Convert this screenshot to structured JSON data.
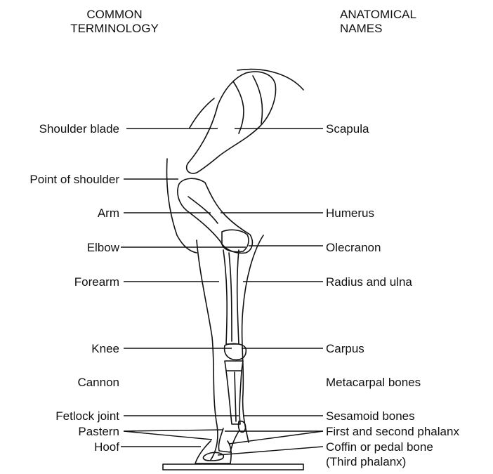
{
  "headers": {
    "common": [
      "COMMON",
      "TERMINOLOGY"
    ],
    "anatomical": [
      "ANATOMICAL",
      "NAMES"
    ]
  },
  "left_labels": {
    "shoulder_blade": "Shoulder blade",
    "point_of_shoulder": "Point of shoulder",
    "arm": "Arm",
    "elbow": "Elbow",
    "forearm": "Forearm",
    "knee": "Knee",
    "cannon": "Cannon",
    "fetlock_joint": "Fetlock joint",
    "pastern": "Pastern",
    "hoof": "Hoof"
  },
  "right_labels": {
    "scapula": "Scapula",
    "humerus": "Humerus",
    "olecranon": "Olecranon",
    "radius_ulna": "Radius and ulna",
    "carpus": "Carpus",
    "metacarpal": "Metacarpal bones",
    "sesamoid": "Sesamoid bones",
    "phalanx_1_2": "First and second phalanx",
    "coffin": [
      "Coffin or pedal bone",
      "(Third phalanx)"
    ]
  }
}
